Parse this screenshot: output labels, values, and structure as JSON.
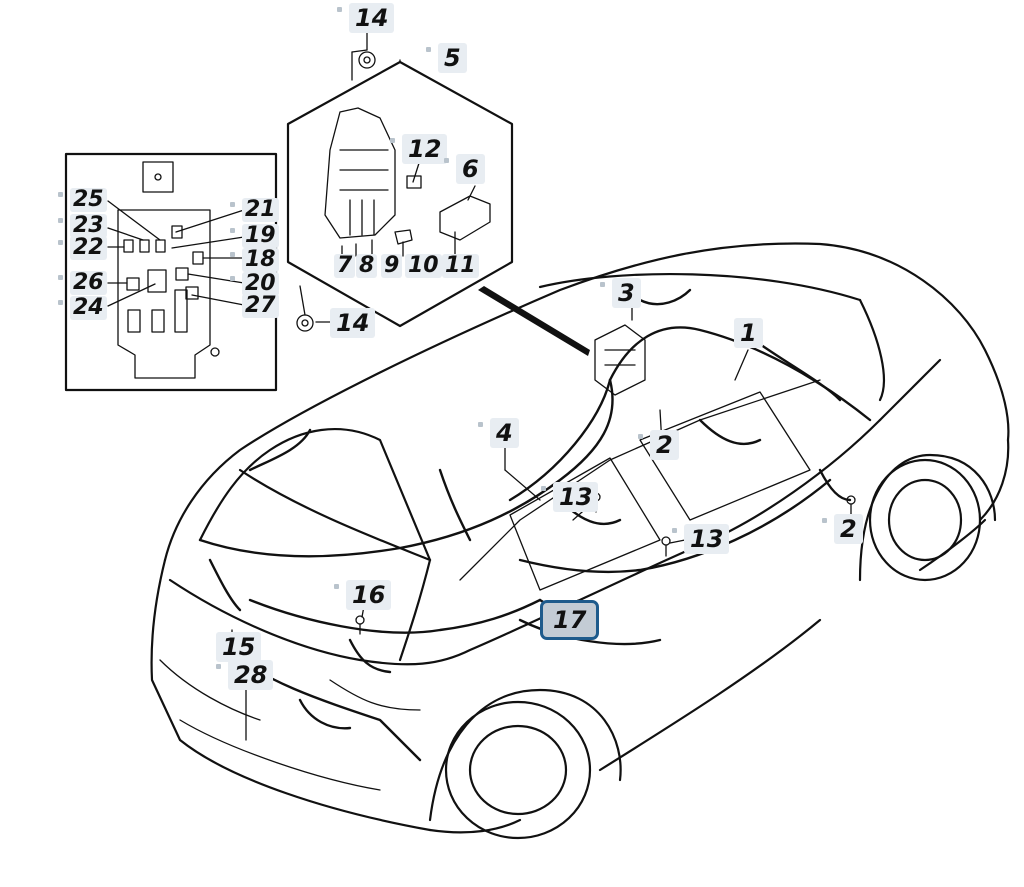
{
  "callouts": {
    "c1": "1",
    "c2a": "2",
    "c2b": "2",
    "c3": "3",
    "c4": "4",
    "c5": "5",
    "c6": "6",
    "c7": "7",
    "c8": "8",
    "c9": "9",
    "c10": "10",
    "c11": "11",
    "c12": "12",
    "c13a": "13",
    "c13b": "13",
    "c14a": "14",
    "c14b": "14",
    "c15": "15",
    "c16": "16",
    "c17": "17",
    "c18": "18",
    "c19": "19",
    "c20": "20",
    "c21": "21",
    "c22": "22",
    "c23": "23",
    "c24": "24",
    "c25": "25",
    "c26": "26",
    "c27": "27",
    "c28": "28"
  },
  "selected_callout": "17",
  "colors": {
    "line": "#111111",
    "callout_bg": "#e8edf2",
    "selection": "#1e5b8c"
  }
}
